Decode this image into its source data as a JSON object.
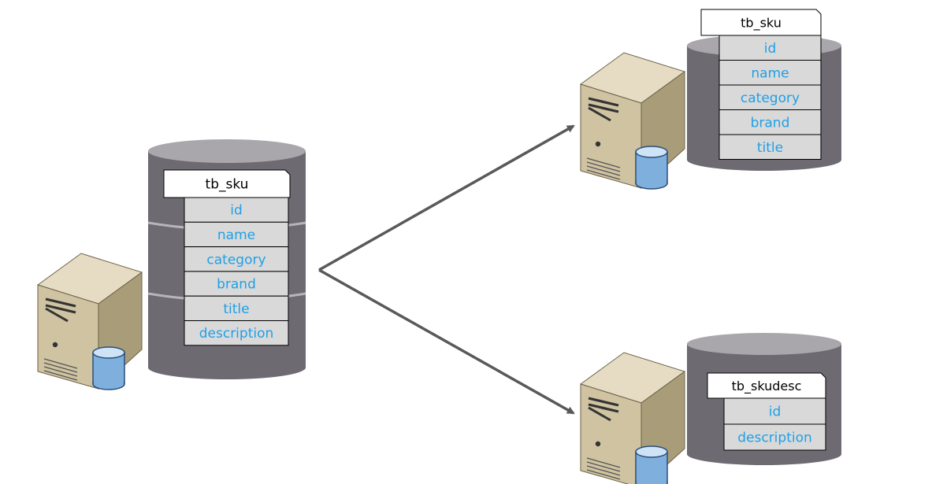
{
  "colors": {
    "db_body": "#6e6a72",
    "db_top": "#a9a6ac",
    "db_band": "#b8b4bb",
    "field_fill": "#d9d9d9",
    "field_text": "#1fa0e6",
    "label_text": "#000000",
    "arrow": "#595959",
    "server_front": "#cfc3a1",
    "server_side": "#a99d79",
    "server_top": "#e6dcc4",
    "mini_db": "#7fb0dd"
  },
  "icons": {
    "server": "server-icon",
    "database": "database-cylinder-icon",
    "arrow": "arrow-right-icon"
  },
  "source": {
    "table_name": "tb_sku",
    "fields": [
      "id",
      "name",
      "category",
      "brand",
      "title",
      "description"
    ]
  },
  "target_top": {
    "table_name": "tb_sku",
    "fields": [
      "id",
      "name",
      "category",
      "brand",
      "title"
    ]
  },
  "target_bottom": {
    "table_name": "tb_skudesc",
    "fields": [
      "id",
      "description"
    ]
  }
}
